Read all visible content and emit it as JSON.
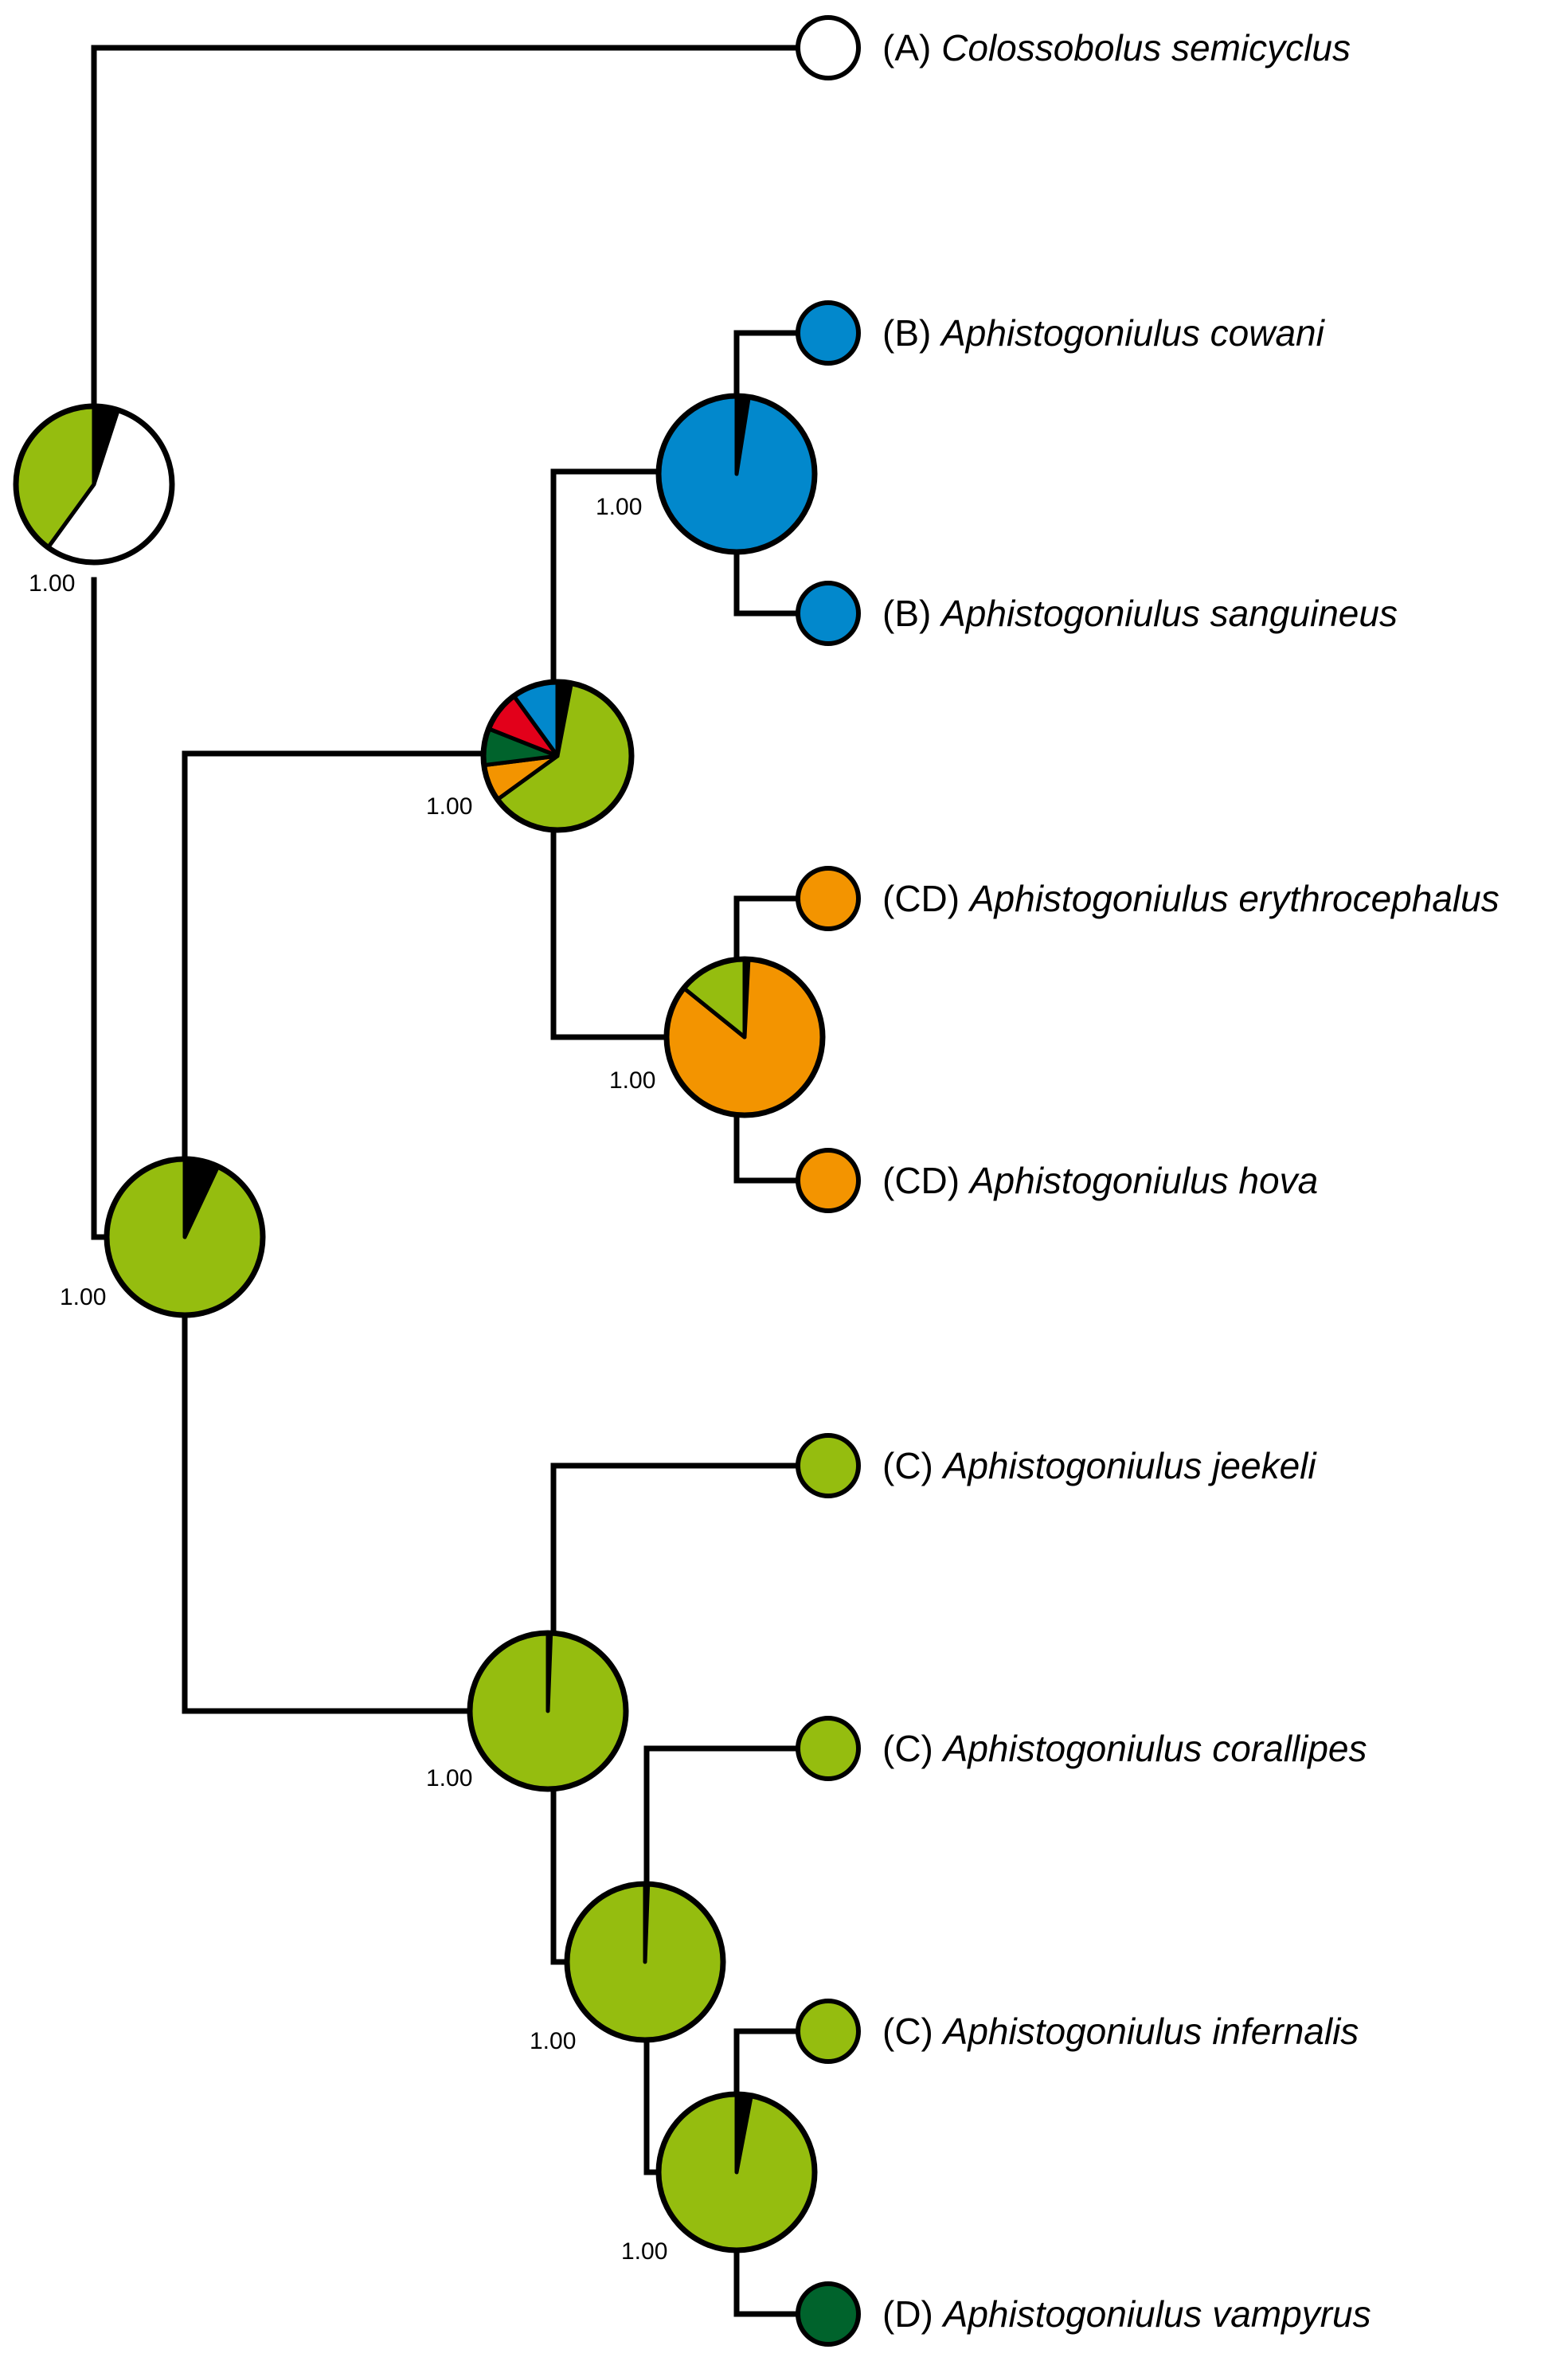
{
  "colors": {
    "A": "#ffffff",
    "B": "#0288cc",
    "C": "#95bd0f",
    "D": "#00632c",
    "CD": "#f39400",
    "red": "#e2001a",
    "unknown": "#000000"
  },
  "tips": [
    {
      "id": "t1",
      "code": "(A)",
      "species": "Colossobolus semicyclus",
      "state": "A"
    },
    {
      "id": "t2",
      "code": "(B)",
      "species": "Aphistogoniulus cowani",
      "state": "B"
    },
    {
      "id": "t3",
      "code": "(B)",
      "species": "Aphistogoniulus sanguineus",
      "state": "B"
    },
    {
      "id": "t4",
      "code": "(CD)",
      "species": "Aphistogoniulus erythrocephalus",
      "state": "CD"
    },
    {
      "id": "t5",
      "code": "(CD)",
      "species": "Aphistogoniulus hova",
      "state": "CD"
    },
    {
      "id": "t6",
      "code": "(C)",
      "species": "Aphistogoniulus jeekeli",
      "state": "C"
    },
    {
      "id": "t7",
      "code": "(C)",
      "species": "Aphistogoniulus corallipes",
      "state": "C"
    },
    {
      "id": "t8",
      "code": "(C)",
      "species": "Aphistogoniulus infernalis",
      "state": "C"
    },
    {
      "id": "t9",
      "code": "(D)",
      "species": "Aphistogoniulus vampyrus",
      "state": "D"
    }
  ],
  "nodes": [
    {
      "id": "root",
      "support": "1.00",
      "probabilities": [
        {
          "state": "unknown",
          "value": 0.05
        },
        {
          "state": "A",
          "value": 0.55
        },
        {
          "state": "C",
          "value": 0.4
        }
      ]
    },
    {
      "id": "n2",
      "support": "1.00",
      "probabilities": [
        {
          "state": "unknown",
          "value": 0.07
        },
        {
          "state": "C",
          "value": 0.93
        }
      ]
    },
    {
      "id": "n3",
      "support": "1.00",
      "probabilities": [
        {
          "state": "unknown",
          "value": 0.03
        },
        {
          "state": "C",
          "value": 0.62
        },
        {
          "state": "CD",
          "value": 0.08
        },
        {
          "state": "D",
          "value": 0.08
        },
        {
          "state": "red",
          "value": 0.09
        },
        {
          "state": "B",
          "value": 0.1
        }
      ]
    },
    {
      "id": "n4",
      "support": "1.00",
      "probabilities": [
        {
          "state": "unknown",
          "value": 0.025
        },
        {
          "state": "B",
          "value": 0.975
        }
      ]
    },
    {
      "id": "n5",
      "support": "1.00",
      "probabilities": [
        {
          "state": "unknown",
          "value": 0.008
        },
        {
          "state": "CD",
          "value": 0.85
        },
        {
          "state": "C",
          "value": 0.142
        }
      ]
    },
    {
      "id": "n6",
      "support": "1.00",
      "probabilities": [
        {
          "state": "unknown",
          "value": 0.006
        },
        {
          "state": "C",
          "value": 0.994
        }
      ]
    },
    {
      "id": "n7",
      "support": "1.00",
      "probabilities": [
        {
          "state": "unknown",
          "value": 0.006
        },
        {
          "state": "C",
          "value": 0.994
        }
      ]
    },
    {
      "id": "n8",
      "support": "1.00",
      "probabilities": [
        {
          "state": "unknown",
          "value": 0.03
        },
        {
          "state": "C",
          "value": 0.97
        }
      ]
    }
  ]
}
